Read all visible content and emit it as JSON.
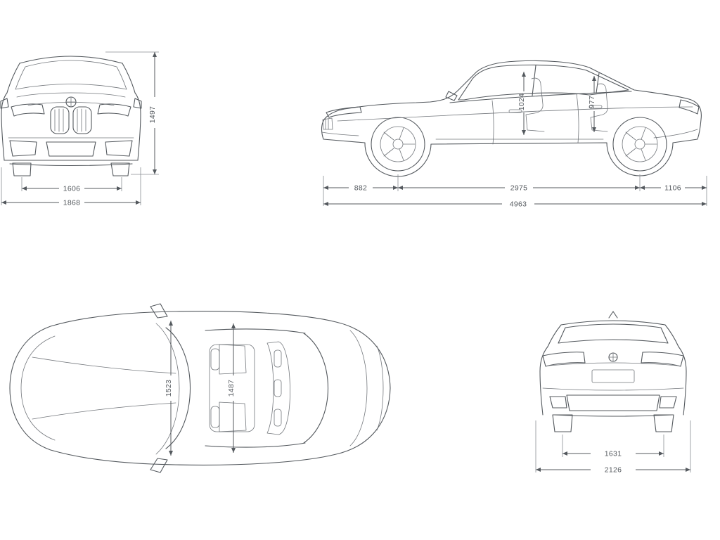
{
  "diagram": {
    "type": "vehicle-dimension-blueprint",
    "views": [
      "front",
      "side",
      "top",
      "rear"
    ],
    "units": "mm"
  },
  "dims": {
    "front_height": "1497",
    "front_track": "1606",
    "front_width": "1868",
    "side_front_headroom": "1024",
    "side_rear_headroom": "977",
    "side_front_overhang": "882",
    "side_wheelbase": "2975",
    "side_rear_overhang": "1106",
    "side_length": "4963",
    "top_front_interior": "1523",
    "top_rear_interior": "1487",
    "rear_track": "1631",
    "rear_width": "2126"
  },
  "colors": {
    "line": "#54595e",
    "light_line": "#6a6f74",
    "text": "#54595e",
    "background": "#ffffff"
  }
}
